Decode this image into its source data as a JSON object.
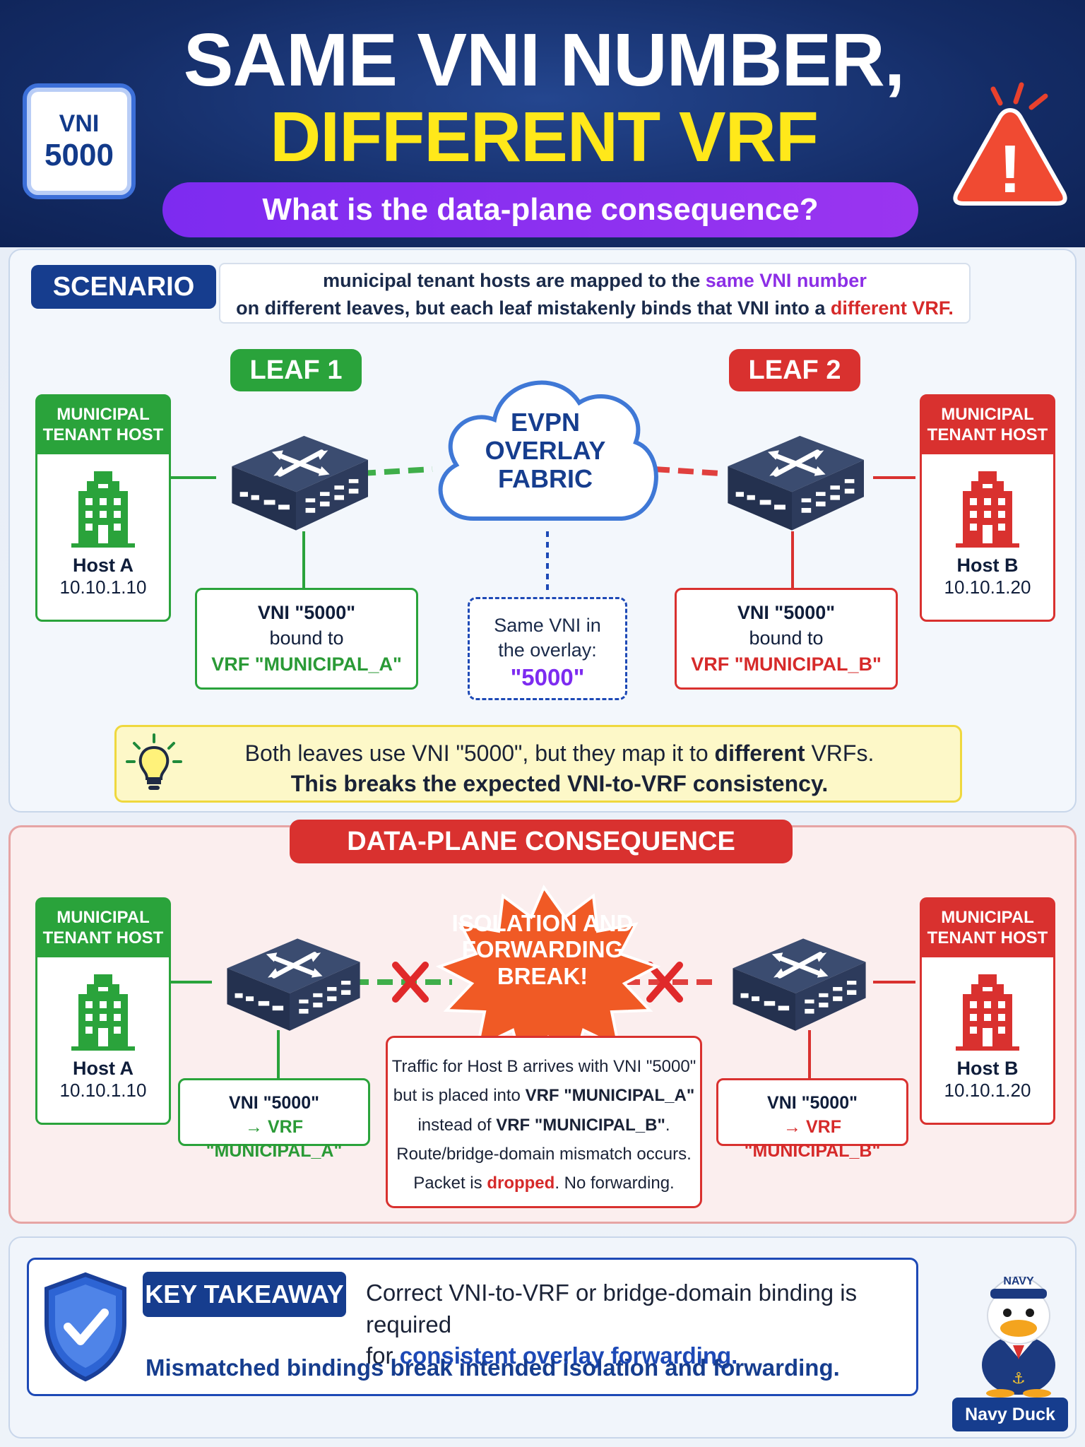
{
  "header": {
    "badge_line1": "VNI",
    "badge_line2": "5000",
    "title_line1": "SAME VNI NUMBER,",
    "title_line2": "DIFFERENT VRF BINDINGS",
    "subtitle": "What is the data-plane consequence?",
    "warning_glyph": "!"
  },
  "scenario": {
    "tag": "SCENARIO",
    "line1_a": "municipal tenant hosts are mapped to the ",
    "line1_b": "same VNI number",
    "line2_a": "on different leaves, but each leaf mistakenly binds that VNI into a ",
    "line2_b": "different VRF."
  },
  "topology": {
    "leaf1_label": "LEAF 1",
    "leaf2_label": "LEAF 2",
    "cloud_line1": "EVPN",
    "cloud_line2": "OVERLAY",
    "cloud_line3": "FABRIC",
    "host_a": {
      "header_line1": "MUNICIPAL",
      "header_line2": "TENANT HOST",
      "name": "Host A",
      "ip": "10.10.1.10"
    },
    "host_b": {
      "header_line1": "MUNICIPAL",
      "header_line2": "TENANT HOST",
      "name": "Host B",
      "ip": "10.10.1.20"
    },
    "leaf1_binding": {
      "line1": "VNI \"5000\"",
      "line2": "bound to",
      "line3": "VRF \"MUNICIPAL_A\""
    },
    "leaf2_binding": {
      "line1": "VNI \"5000\"",
      "line2": "bound to",
      "line3": "VRF \"MUNICIPAL_B\""
    },
    "overlay_note": {
      "line1": "Same VNI in",
      "line2": "the overlay:",
      "value": "\"5000\""
    }
  },
  "tip": {
    "line1_a": "Both leaves use VNI \"5000\", but they map it to ",
    "line1_b": "different",
    "line1_c": " VRFs.",
    "line2_a": "This ",
    "line2_b": "breaks the expected VNI-to-VRF consistency."
  },
  "consequence": {
    "tag": "DATA-PLANE CONSEQUENCE",
    "burst_line1": "ISOLATION AND",
    "burst_line2": "FORWARDING",
    "burst_line3": "BREAK!",
    "host_a": {
      "header_line1": "MUNICIPAL",
      "header_line2": "TENANT HOST",
      "name": "Host A",
      "ip": "10.10.1.10"
    },
    "host_b": {
      "header_line1": "MUNICIPAL",
      "header_line2": "TENANT HOST",
      "name": "Host B",
      "ip": "10.10.1.20"
    },
    "leaf1_map": {
      "line1": "VNI \"5000\"",
      "line2": "→ VRF \"MUNICIPAL_A\""
    },
    "leaf2_map": {
      "line1": "VNI \"5000\"",
      "line2": "→ VRF \"MUNICIPAL_B\""
    },
    "traffic": {
      "l1": "Traffic for Host B arrives with VNI \"5000\"",
      "l2a": "but is placed into ",
      "l2b": "VRF \"MUNICIPAL_A\"",
      "l3a": "instead of ",
      "l3b": "VRF \"MUNICIPAL_B\"",
      "l3c": ".",
      "l4": "Route/bridge-domain mismatch occurs.",
      "l5a": "Packet is ",
      "l5b": "dropped",
      "l5c": ". No forwarding."
    }
  },
  "takeaway": {
    "tag": "KEY TAKEAWAY",
    "line1": "Correct VNI-to-VRF or bridge-domain binding is required",
    "line2_a": "for ",
    "line2_b": "consistent overlay forwarding.",
    "line3": "Mismatched bindings break intended isolation and forwarding.",
    "mascot_label": "Navy Duck",
    "mascot_hat": "NAVY"
  },
  "colors": {
    "green": "#2aa33b",
    "red": "#d9312f",
    "navy": "#163d8e",
    "purple": "#7d2bf0",
    "yellow": "#ffe81a"
  }
}
